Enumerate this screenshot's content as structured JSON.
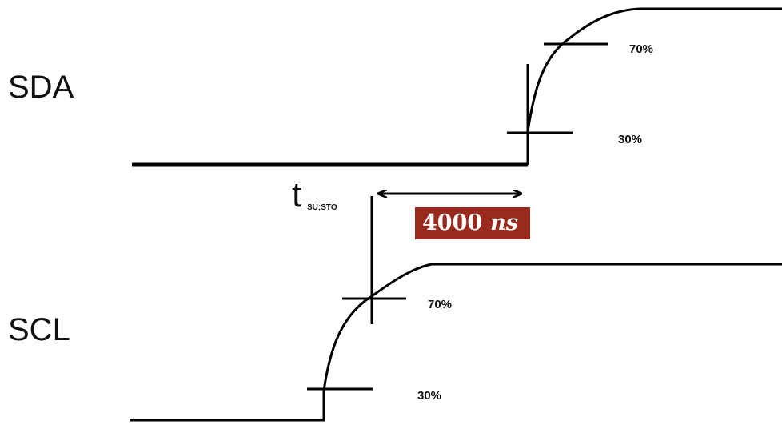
{
  "signals": {
    "sda_label": "SDA",
    "scl_label": "SCL"
  },
  "thresholds": {
    "sda_high": "70%",
    "sda_low": "30%",
    "scl_high": "70%",
    "scl_low": "30%"
  },
  "timing": {
    "param_main": "t",
    "param_sub": "SU;STO",
    "value": "4000",
    "unit": "ns",
    "badge_color": "#9a2a1e"
  }
}
